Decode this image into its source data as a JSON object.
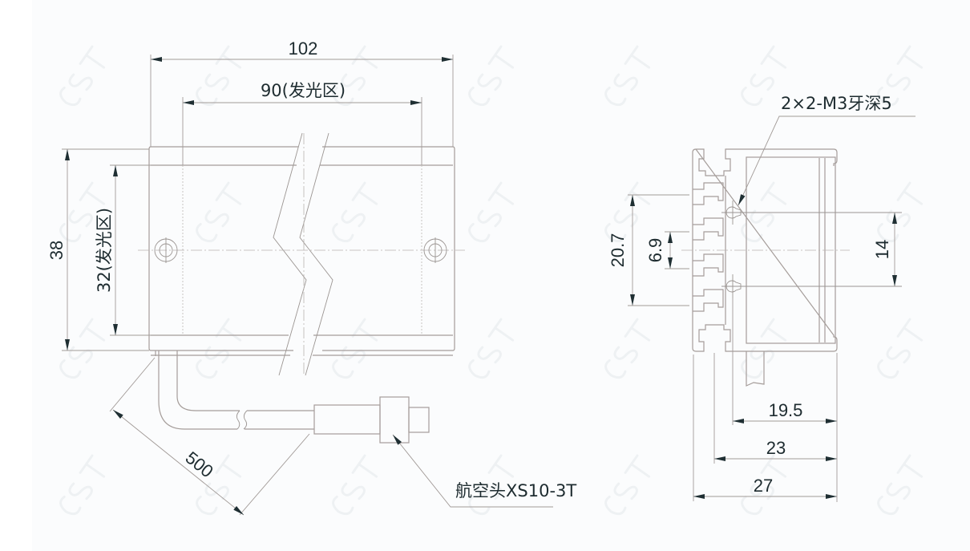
{
  "watermark": "CST",
  "colors": {
    "line": "#a59d9a",
    "text": "#1d2b2f",
    "arrow": "#1f2f33",
    "background": "#fbfcfd"
  },
  "front_view": {
    "overall_length": "102",
    "emitting_length": "90(发光区)",
    "overall_height": "38",
    "emitting_height": "32(发光区)",
    "cable_length": "500",
    "connector_label": "航空头XS10-3T"
  },
  "side_view": {
    "thread_note": "2×2-M3牙深5",
    "slot_span": "20.7",
    "slot_width": "6.9",
    "hole_spacing": "14",
    "depth_inner": "19.5",
    "depth_mid": "23",
    "depth_overall": "27"
  }
}
